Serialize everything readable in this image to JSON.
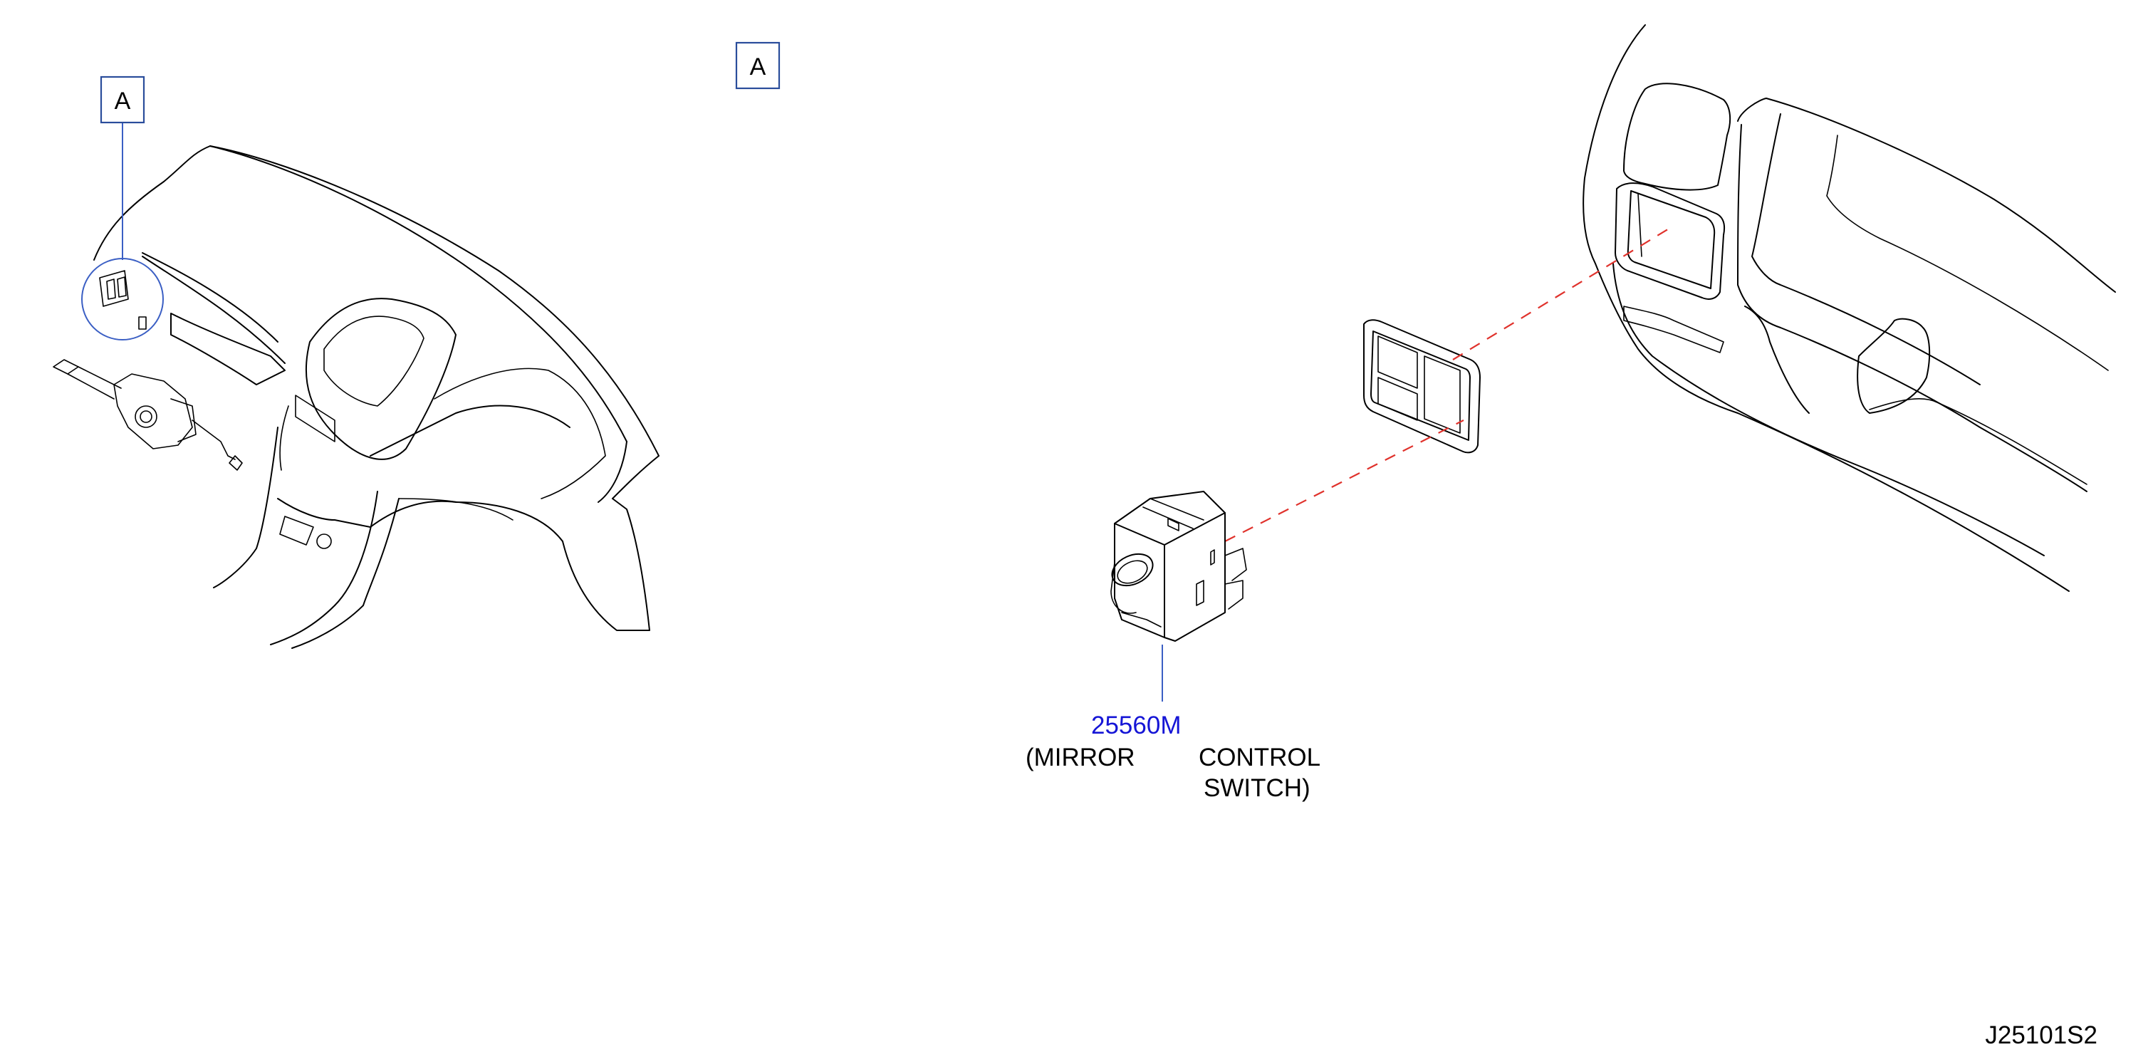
{
  "callouts": {
    "left_ref": "A",
    "detail_ref": "A"
  },
  "part": {
    "number": "25560M",
    "desc_line1_a": "(MIRROR",
    "desc_line1_b": "CONTROL",
    "desc_line2": "SWITCH)"
  },
  "diagram_code": "J25101S2",
  "colors": {
    "leader_blue": "#3b5fc4",
    "part_number_blue": "#1515d6",
    "dash_red": "#e0322c",
    "line": "#000000"
  }
}
